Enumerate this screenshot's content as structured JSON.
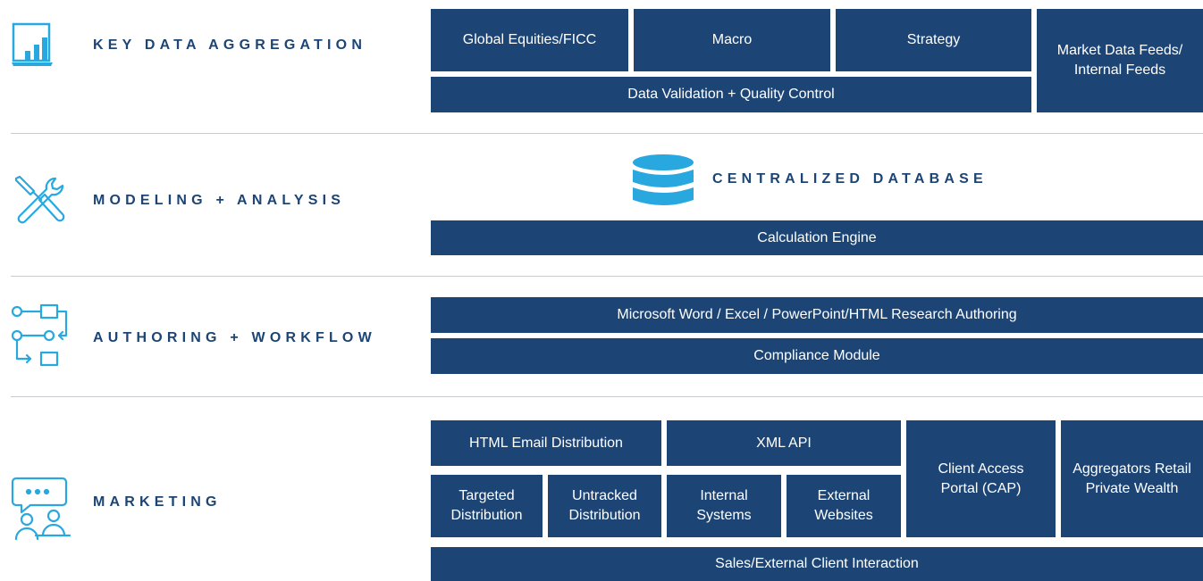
{
  "colors": {
    "box_fill": "#1c4576",
    "title_color": "#1c4576",
    "icon_color": "#29a8e0",
    "divider": "#c8ccd2"
  },
  "sections": {
    "key_data": {
      "title": "KEY DATA AGGREGATION",
      "icon": "bar-chart-laptop-icon",
      "global_equities": "Global Equities/FICC",
      "macro": "Macro",
      "strategy": "Strategy",
      "market_feeds": "Market Data Feeds/\nInternal Feeds",
      "validation": "Data Validation + Quality Control"
    },
    "modeling": {
      "title": "MODELING + ANALYSIS",
      "icon": "wrench-screwdriver-icon",
      "database_title": "CENTRALIZED DATABASE",
      "database_icon": "database-icon",
      "calc_engine": "Calculation Engine"
    },
    "authoring": {
      "title": "AUTHORING + WORKFLOW",
      "icon": "workflow-icon",
      "authoring_tools": "Microsoft Word / Excel / PowerPoint/HTML Research Authoring",
      "compliance": "Compliance Module"
    },
    "marketing": {
      "title": "MARKETING",
      "icon": "chat-people-icon",
      "html_email": "HTML Email Distribution",
      "xml_api": "XML API",
      "targeted": "Targeted\nDistribution",
      "untracked": "Untracked\nDistribution",
      "internal": "Internal\nSystems",
      "external": "External\nWebsites",
      "cap": "Client Access\nPortal (CAP)",
      "aggregators": "Aggregators Retail\nPrivate Wealth",
      "sales": "Sales/External Client Interaction"
    }
  }
}
